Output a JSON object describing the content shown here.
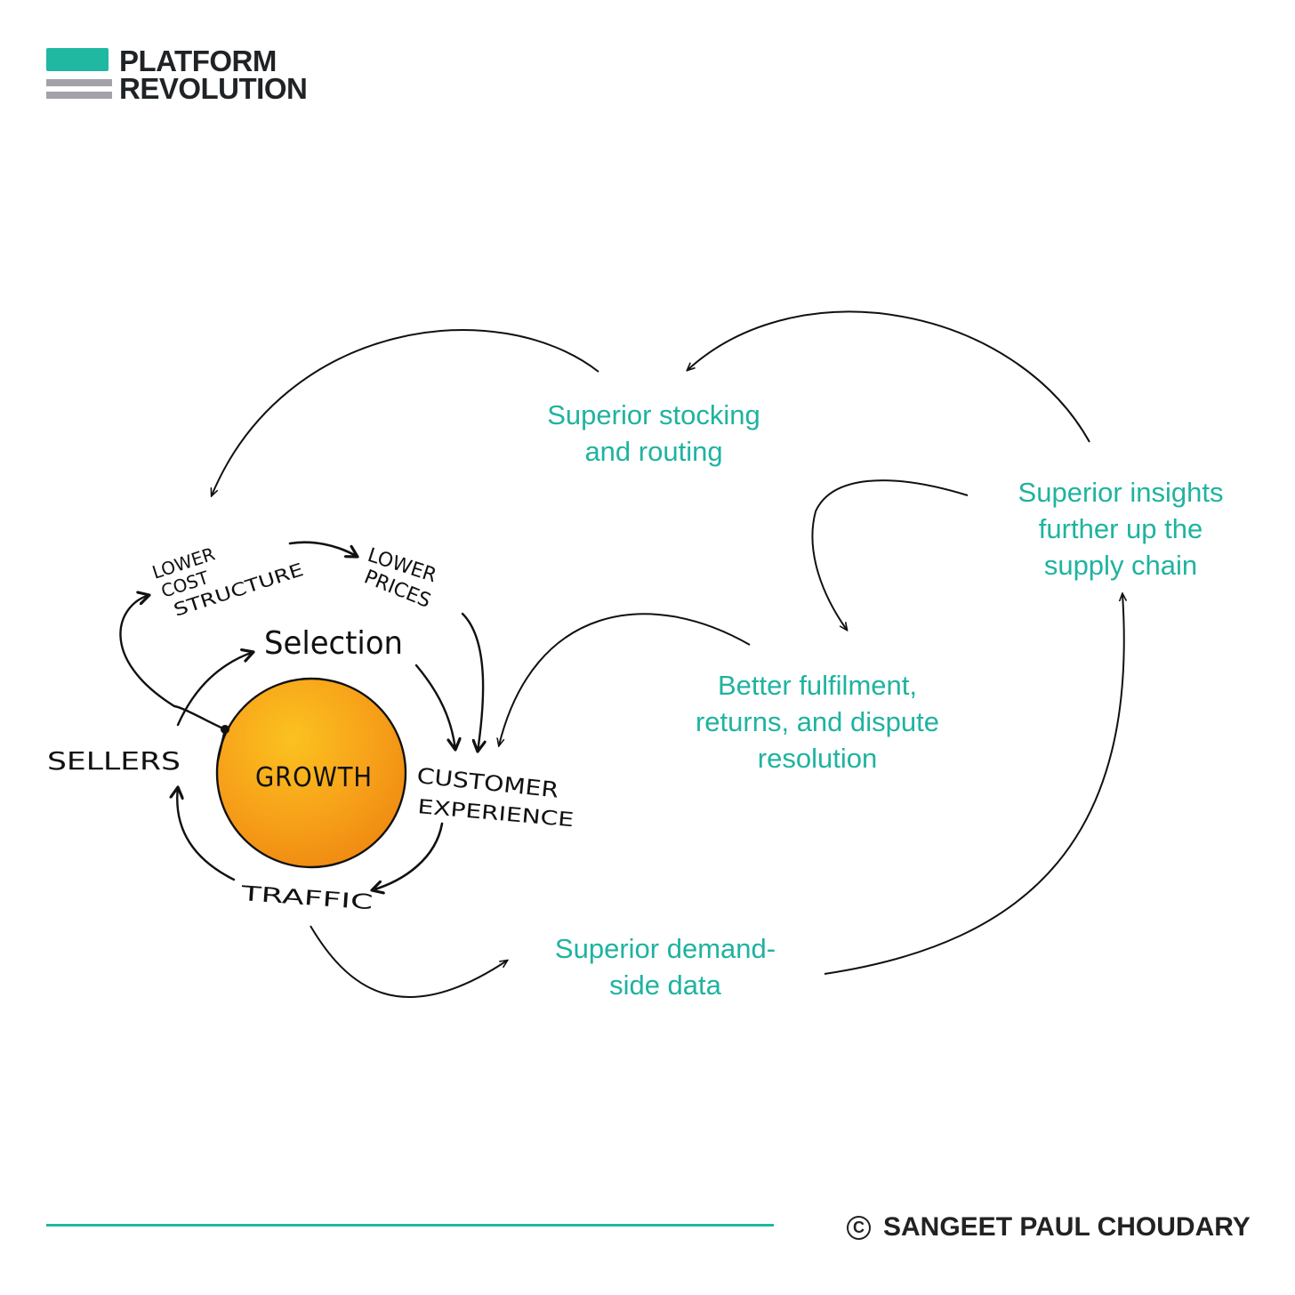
{
  "logo": {
    "line1": "PLATFORM",
    "line2": "REVOLUTION"
  },
  "flywheel": {
    "center": "GROWTH",
    "nodes": {
      "lower_cost": [
        "LOWER",
        "COST",
        "STRUCTURE"
      ],
      "lower_prices": [
        "LOWER",
        "PRICES"
      ],
      "selection": "Selection",
      "sellers": "SELLERS",
      "customer": [
        "CUSTOMER",
        "EXPERIENCE"
      ],
      "traffic": "TRAFFIC"
    }
  },
  "loop": {
    "stocking": [
      "Superior stocking",
      "and routing"
    ],
    "insights": [
      "Superior insights",
      "further up the",
      "supply chain"
    ],
    "fulfilment": [
      "Better fulfilment,",
      "returns, and dispute",
      "resolution"
    ],
    "demand": [
      "Superior demand-",
      "side data"
    ]
  },
  "colors": {
    "accent": "#1fb3a0",
    "growth_circle": "#f7a21a",
    "logo_teal": "#21b8a2"
  },
  "footer": {
    "copyright_symbol": "C",
    "author": "SANGEET PAUL CHOUDARY"
  }
}
